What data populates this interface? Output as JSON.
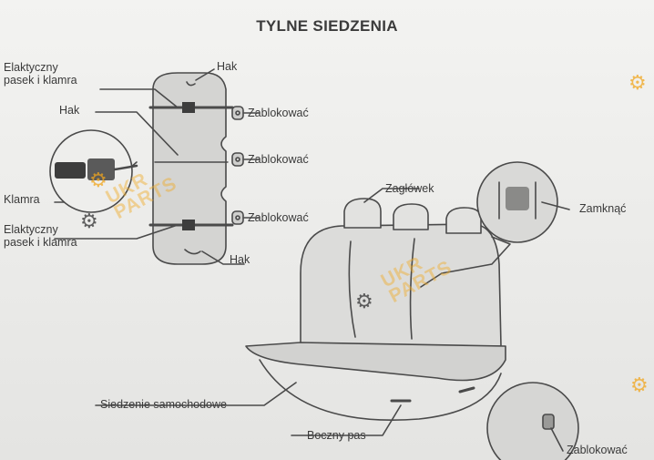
{
  "title": "TYLNE SIEDZENIA",
  "labels": {
    "elastic_top": "Elaktyczny\npasek i klamra",
    "hak_top": "Hak",
    "hak_left": "Hak",
    "lock_1": "Zablokować",
    "lock_2": "Zablokować",
    "lock_3": "Zablokować",
    "klamra": "Klamra",
    "elastic_bottom": "Elaktyczny\npasek i klamra",
    "hak_bottom": "Hak",
    "headrest": "Zagłówek",
    "close": "Zamknąć",
    "car_seat": "Siedzenie samochodowe",
    "side_strap": "Boczny pas",
    "lock_bottom": "Zablokować"
  },
  "watermark": {
    "text_1": "UKR\nPARTS",
    "text_2": "UKR\nPARTS"
  },
  "icons": [
    "gear-icon"
  ],
  "colors": {
    "line": "#4a4a4a",
    "seat_fill": "#d6d6d4",
    "watermark": "#f0aa28"
  }
}
